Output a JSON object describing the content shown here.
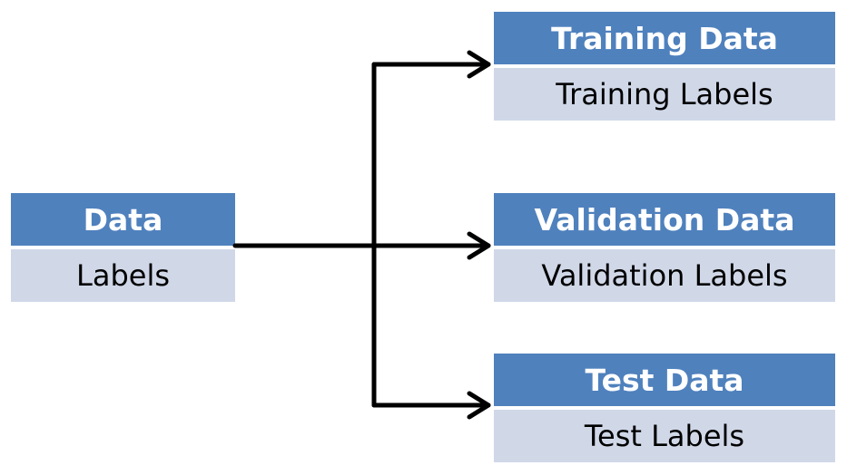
{
  "source": {
    "title": "Data",
    "subtitle": "Labels"
  },
  "splits": [
    {
      "title": "Training Data",
      "subtitle": "Training Labels"
    },
    {
      "title": "Validation Data",
      "subtitle": "Validation Labels"
    },
    {
      "title": "Test Data",
      "subtitle": "Test Labels"
    }
  ],
  "colors": {
    "header": "#4f81bd",
    "sub": "#d0d8e8",
    "arrow": "#000000"
  }
}
